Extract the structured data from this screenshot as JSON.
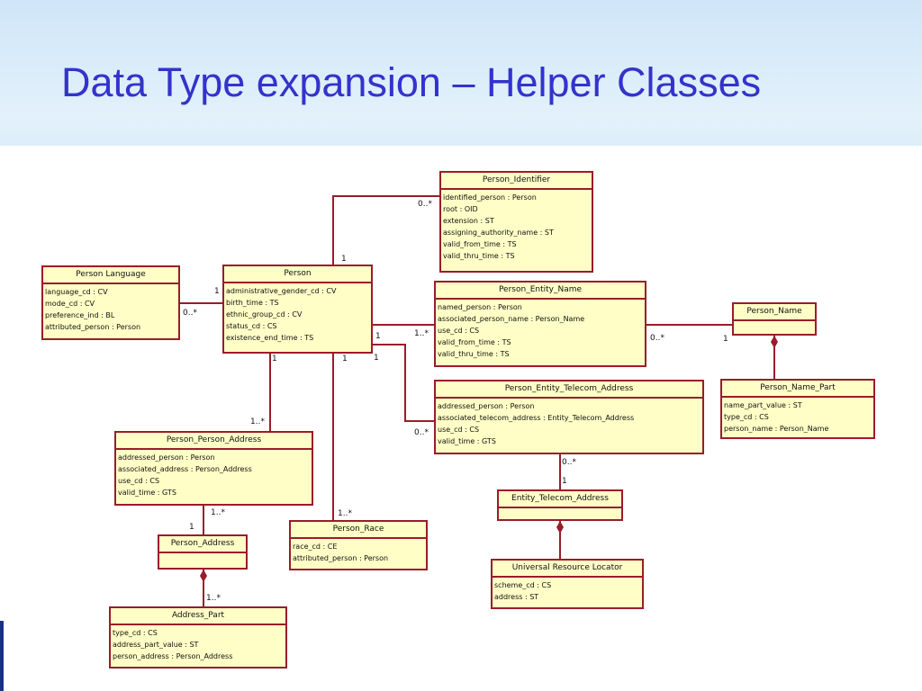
{
  "slide": {
    "title": "Data Type expansion – Helper Classes"
  },
  "classes": {
    "person_identifier": {
      "name": "Person_Identifier",
      "attrs": [
        "identified_person : Person",
        "root : OID",
        "extension : ST",
        "assigning_authority_name : ST",
        "valid_from_time : TS",
        "valid_thru_time : TS"
      ]
    },
    "person_language": {
      "name": "Person Language",
      "attrs": [
        "language_cd : CV",
        "mode_cd : CV",
        "preference_ind : BL",
        "attributed_person : Person"
      ]
    },
    "person": {
      "name": "Person",
      "attrs": [
        "administrative_gender_cd : CV",
        "birth_time : TS",
        "ethnic_group_cd : CV",
        "status_cd : CS",
        "existence_end_time : TS"
      ]
    },
    "person_entity_name": {
      "name": "Person_Entity_Name",
      "attrs": [
        "named_person : Person",
        "associated_person_name : Person_Name",
        "use_cd : CS",
        "valid_from_time : TS",
        "valid_thru_time : TS"
      ]
    },
    "person_name": {
      "name": "Person_Name",
      "attrs": []
    },
    "person_name_part": {
      "name": "Person_Name_Part",
      "attrs": [
        "name_part_value : ST",
        "type_cd : CS",
        "person_name : Person_Name"
      ]
    },
    "person_entity_telecom_address": {
      "name": "Person_Entity_Telecom_Address",
      "attrs": [
        "addressed_person : Person",
        "associated_telecom_address : Entity_Telecom_Address",
        "use_cd : CS",
        "valid_time : GTS"
      ]
    },
    "person_person_address": {
      "name": "Person_Person_Address",
      "attrs": [
        "addressed_person : Person",
        "associated_address : Person_Address",
        "use_cd : CS",
        "valid_time : GTS"
      ]
    },
    "entity_telecom_address": {
      "name": "Entity_Telecom_Address",
      "attrs": []
    },
    "person_address": {
      "name": "Person_Address",
      "attrs": []
    },
    "person_race": {
      "name": "Person_Race",
      "attrs": [
        "race_cd : CE",
        "attributed_person : Person"
      ]
    },
    "universal_resource_locator": {
      "name": "Universal Resource Locator",
      "attrs": [
        "scheme_cd : CS",
        "address : ST"
      ]
    },
    "address_part": {
      "name": "Address_Part",
      "attrs": [
        "type_cd : CS",
        "address_part_value : ST",
        "person_address : Person_Address"
      ]
    }
  },
  "multiplicities": {
    "identifier_many": "0..*",
    "identifier_one": "1",
    "language_one": "1",
    "language_many": "0..*",
    "entity_name_one": "1",
    "entity_name_many": "1..*",
    "name_many": "0..*",
    "name_one": "1",
    "telecom_one": "1",
    "telecom_many": "0..*",
    "person_addr_one": "1",
    "person_addr_many": "1..*",
    "race_one": "1",
    "race_many": "1..*",
    "ppa_addr_many": "1..*",
    "ppa_addr_one": "1",
    "addr_part_many": "1..*",
    "eta_many": "0..*",
    "eta_one": "1"
  },
  "colors": {
    "title": "#3333cc",
    "class_fill": "#fffec6",
    "class_border": "#9a1c2a",
    "line": "#9a1c2a"
  }
}
